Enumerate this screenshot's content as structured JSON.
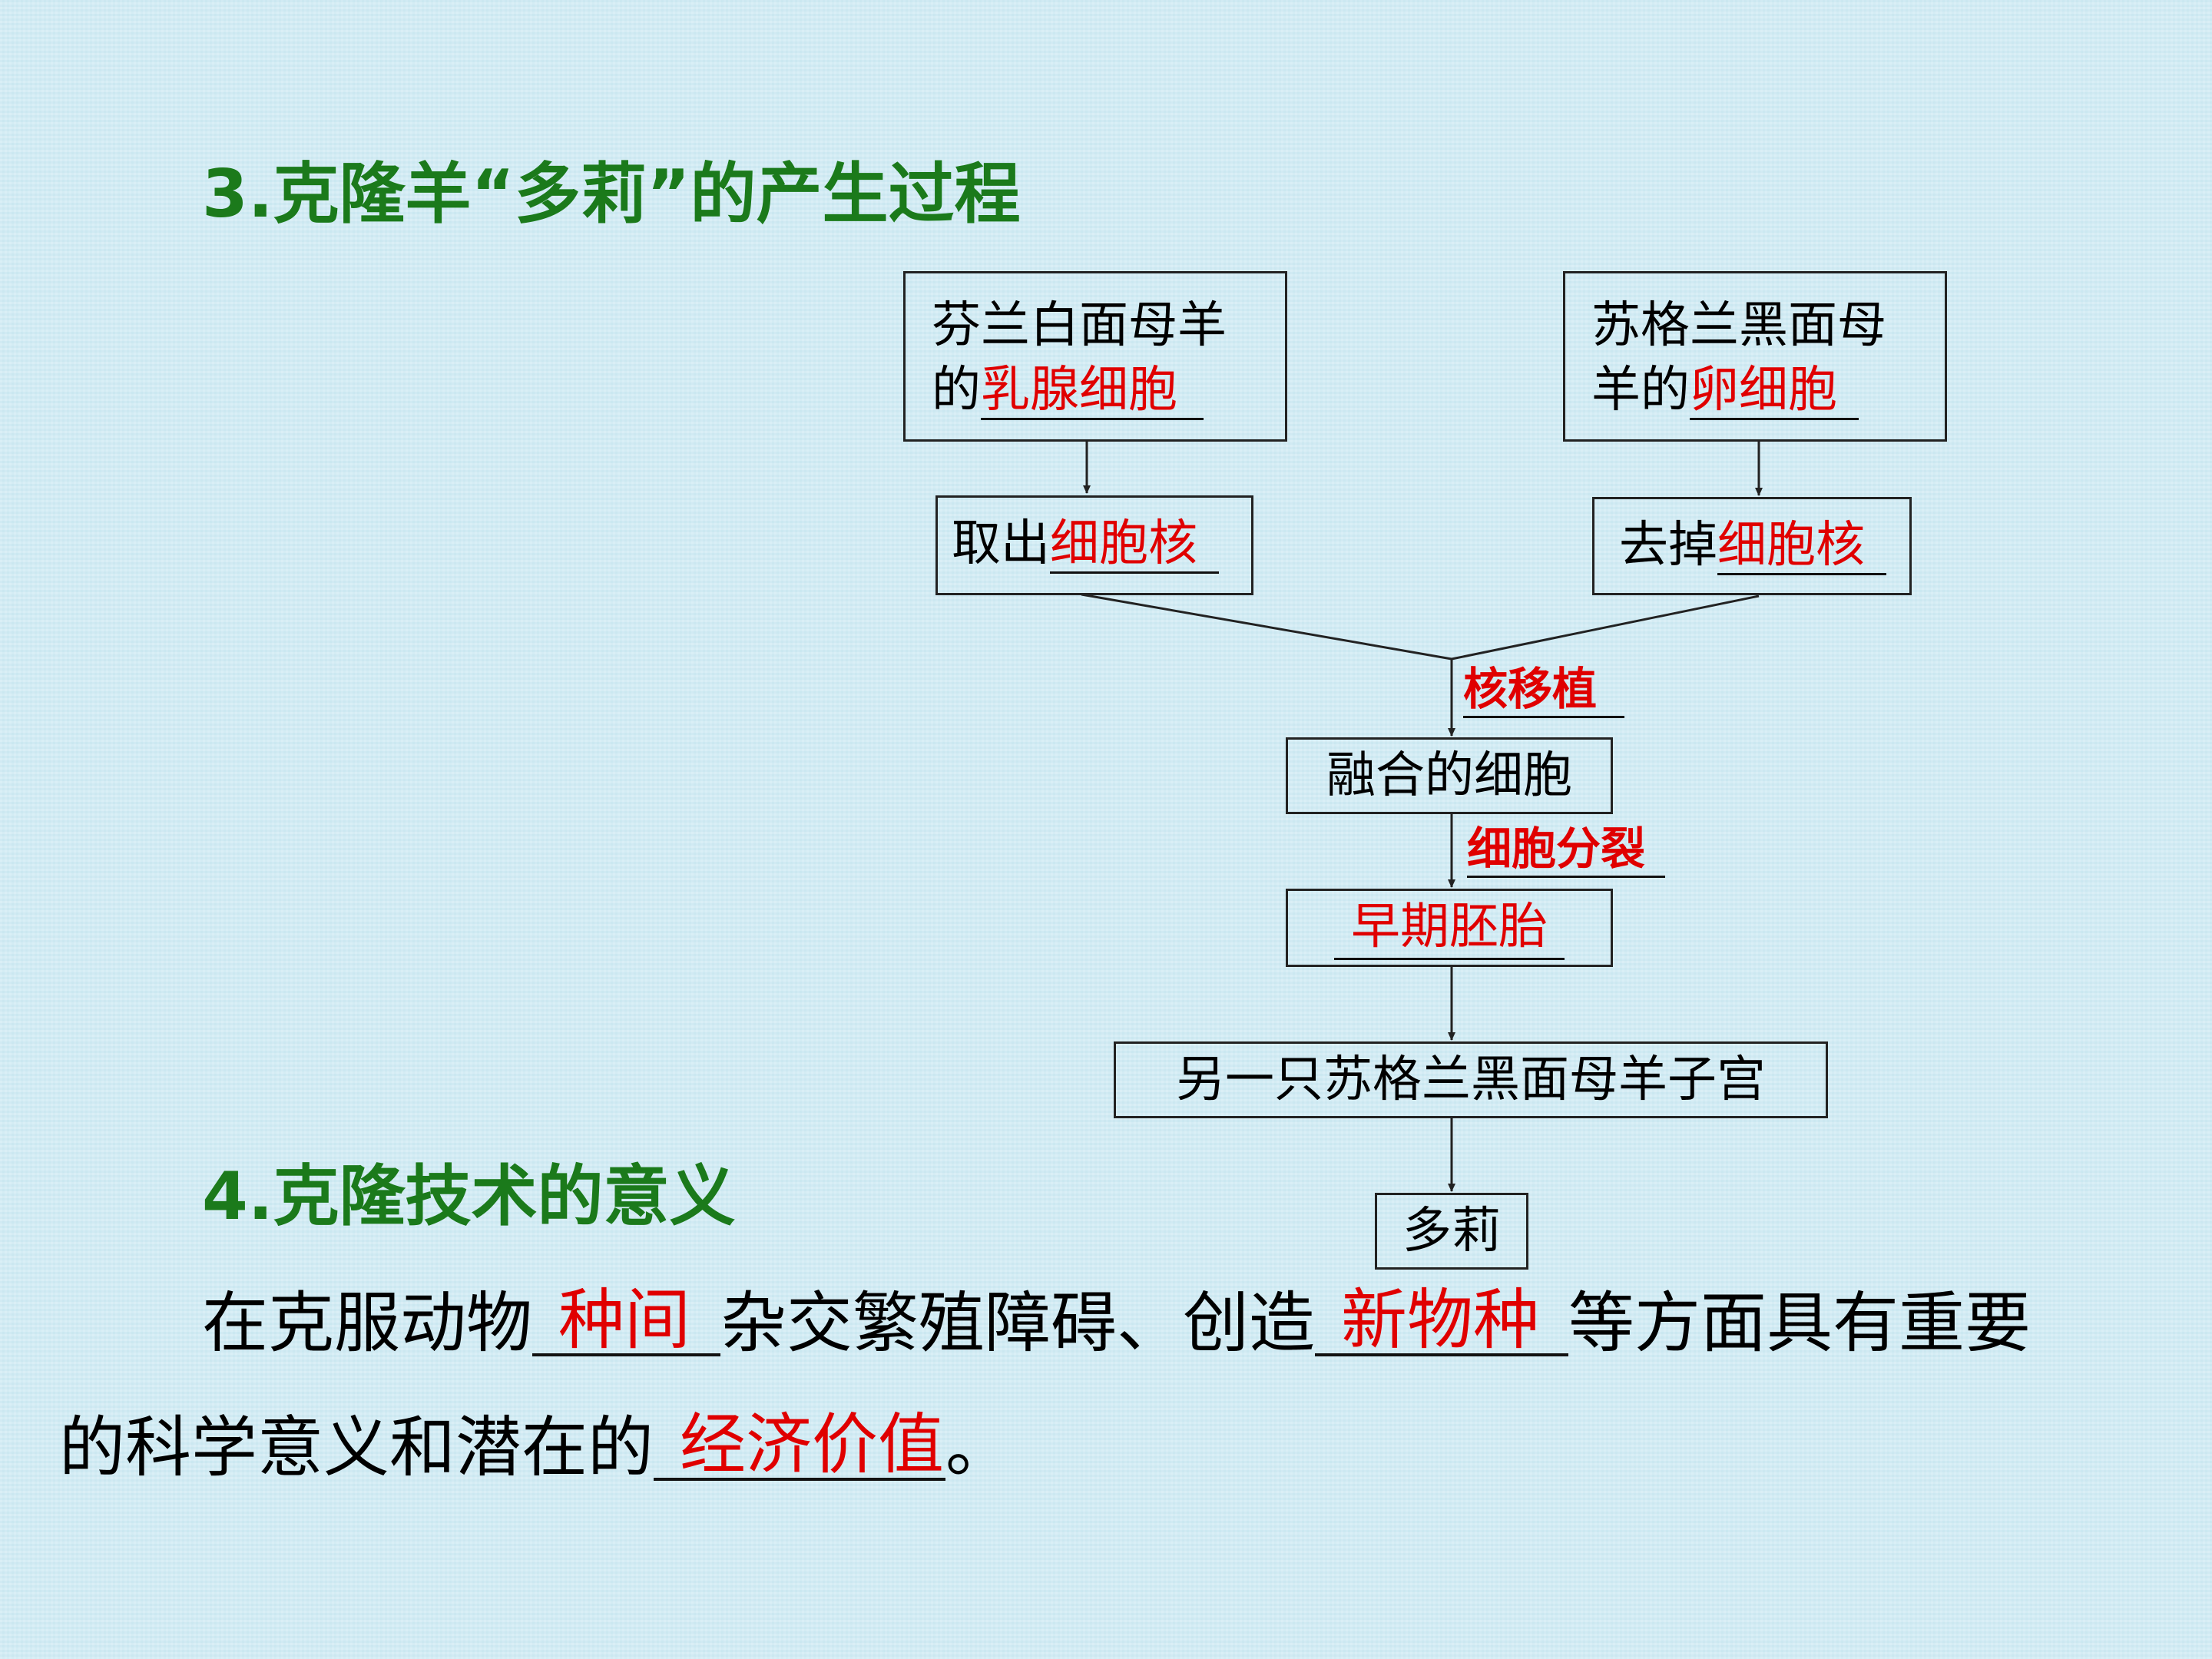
{
  "section3": {
    "title": "3.克隆羊“多莉”的产生过程"
  },
  "flow": {
    "box_left": {
      "line1": "芬兰白面母羊",
      "line2_prefix": "的",
      "line2_answer": "乳腺细胞"
    },
    "box_right": {
      "line1": "苏格兰黑面母",
      "line2_prefix": "羊的",
      "line2_answer": "卵细胞"
    },
    "take_out": {
      "prefix": "取出",
      "answer": "细胞核"
    },
    "remove": {
      "prefix": "去掉",
      "answer": "细胞核"
    },
    "step_transplant": "核移植",
    "fused_cell": "融合的细胞",
    "step_division": "细胞分裂",
    "early_embryo": "早期胚胎",
    "uterus": "另一只苏格兰黑面母羊子宫",
    "dolly": "多莉"
  },
  "section4": {
    "title": "4.克隆技术的意义",
    "p1": "在克服动物",
    "a1": "种间",
    "p2": "杂交繁殖障碍、创造",
    "a2": "新物种",
    "p3": "等方面具有重要",
    "p4": "的科学意义和潜在的",
    "a3": "经济价值",
    "p5": "。"
  },
  "colors": {
    "heading": "#1b7a1b",
    "answer": "#e00000",
    "background": "#d2ecf4"
  }
}
